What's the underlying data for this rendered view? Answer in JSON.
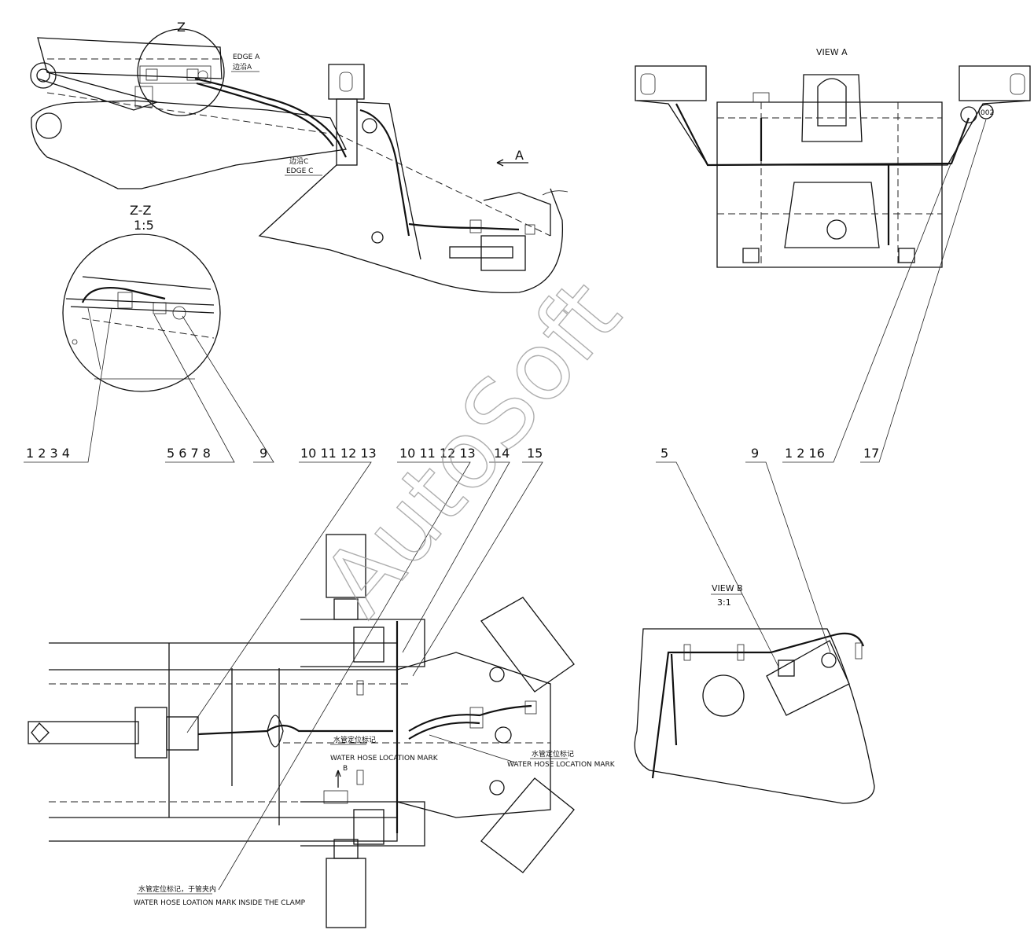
{
  "views": {
    "z_label": "Z",
    "edge_a_en": "EDGE A",
    "edge_a_cn": "边沿A",
    "edge_c_cn": "边沿C",
    "edge_c_en": "EDGE C",
    "arrow_a": "A",
    "zz_title": "Z-Z",
    "zz_scale": "1:5",
    "view_a": "VIEW A",
    "view_b": "VIEW B",
    "view_b_scale": "3:1",
    "b_marker": "B",
    "part_code": "002"
  },
  "callouts": {
    "g1": "1 2 3 4",
    "g2": "5 6 7 8",
    "g3": "9",
    "g4": "10 11 12 13",
    "g5": "10 11 12 13",
    "g6": "14",
    "g7": "15",
    "g8": "5",
    "g9": "9",
    "g10": "1 2 16",
    "g11": "17"
  },
  "notes": {
    "hose_mark_cn": "水管定位标记",
    "hose_mark_en": "WATER HOSE LOCATION MARK",
    "hose_mark2_cn": "水管定位标记",
    "hose_mark2_en": "WATER HOSE LOCATION MARK",
    "clamp_cn": "水管定位标记，于管夹内",
    "clamp_en": "WATER HOSE LOATION MARK INSIDE THE CLAMP"
  },
  "watermark": "AutoSoft"
}
